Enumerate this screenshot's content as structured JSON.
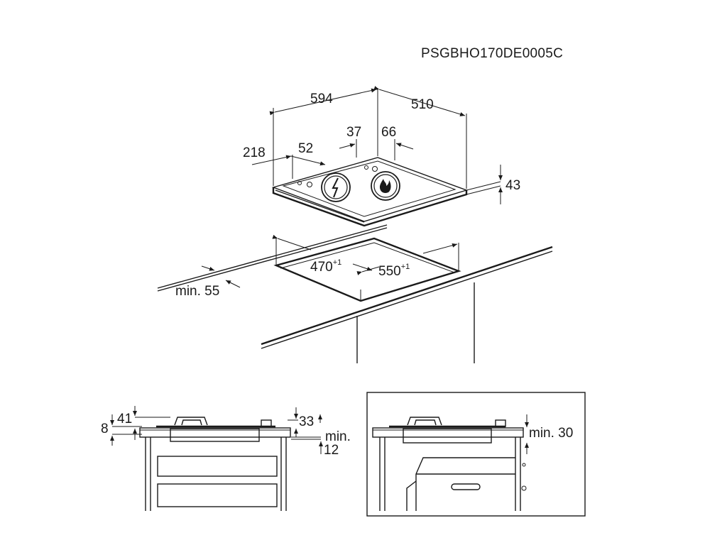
{
  "diagram": {
    "code": "PSGBHO170DE0005C",
    "hob": {
      "width": "594",
      "depth": "510",
      "height": "43",
      "d218": "218",
      "d52": "52",
      "d37": "37",
      "d66": "66"
    },
    "cutout": {
      "depth": "470",
      "depth_tol": "+1",
      "width": "550",
      "width_tol": "+1",
      "min_edge": "min. 55"
    },
    "section_left": {
      "d41": "41",
      "d8": "8",
      "d33": "33",
      "min": "min.",
      "d12": "12"
    },
    "section_right": {
      "min30": "min. 30"
    }
  }
}
